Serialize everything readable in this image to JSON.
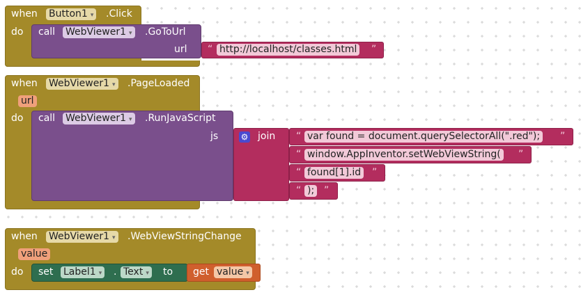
{
  "blocks": {
    "click_event": {
      "when": "when",
      "do": "do",
      "component": "Button1",
      "event": ".Click",
      "call": "call",
      "call_component": "WebViewer1",
      "method": ".GoToUrl",
      "arg_name": "url",
      "url_text": "http://localhost/classes.html"
    },
    "page_loaded": {
      "when": "when",
      "do": "do",
      "component": "WebViewer1",
      "event": ".PageLoaded",
      "param": "url",
      "call": "call",
      "call_component": "WebViewer1",
      "method": ".RunJavaScript",
      "arg_name": "js",
      "join": "join",
      "strings": [
        "var found = document.querySelectorAll(\".red\");",
        "window.AppInventor.setWebViewString(",
        "found[1].id",
        ");"
      ]
    },
    "string_change": {
      "when": "when",
      "do": "do",
      "component": "WebViewer1",
      "event": ".WebViewStringChange",
      "param": "value",
      "set": "set",
      "set_component": "Label1",
      "dot": ".",
      "property": "Text",
      "to": "to",
      "get": "get",
      "get_var": "value"
    }
  },
  "quote_open": "“",
  "quote_close": "”",
  "dropdown_icon": "▾",
  "colors": {
    "event_block": "#a48a29",
    "procedure_block": "#7a4f8c",
    "text_block": "#b32d5e",
    "setter_block": "#2e6e4f",
    "getter_block": "#d05f2d"
  }
}
